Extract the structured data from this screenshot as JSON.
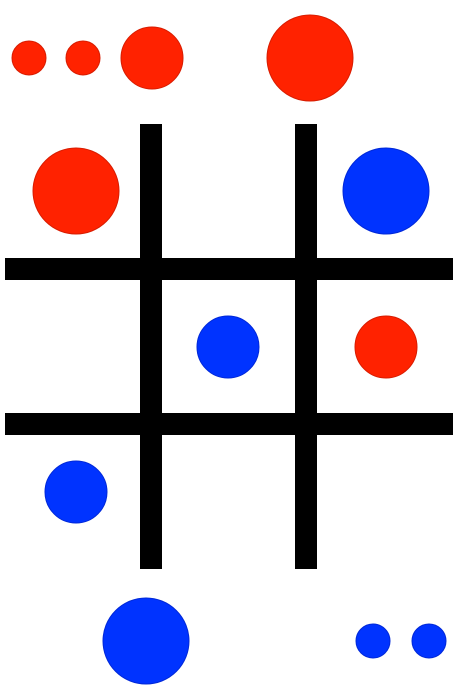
{
  "colors": {
    "red": "#ff2200",
    "red_stroke": "#d81c00",
    "blue": "#0033ff",
    "blue_stroke": "#0028d8",
    "grid": "#000000",
    "background": "#ffffff"
  },
  "board": {
    "rows": 3,
    "cols": 3,
    "cells": [
      [
        "red",
        "",
        "blue"
      ],
      [
        "",
        "blue",
        "red"
      ],
      [
        "blue",
        "",
        ""
      ]
    ]
  },
  "pieces_remaining": {
    "red": {
      "large": 1,
      "medium": 1,
      "small": 2
    },
    "blue": {
      "large": 1,
      "medium": 0,
      "small": 2
    }
  }
}
